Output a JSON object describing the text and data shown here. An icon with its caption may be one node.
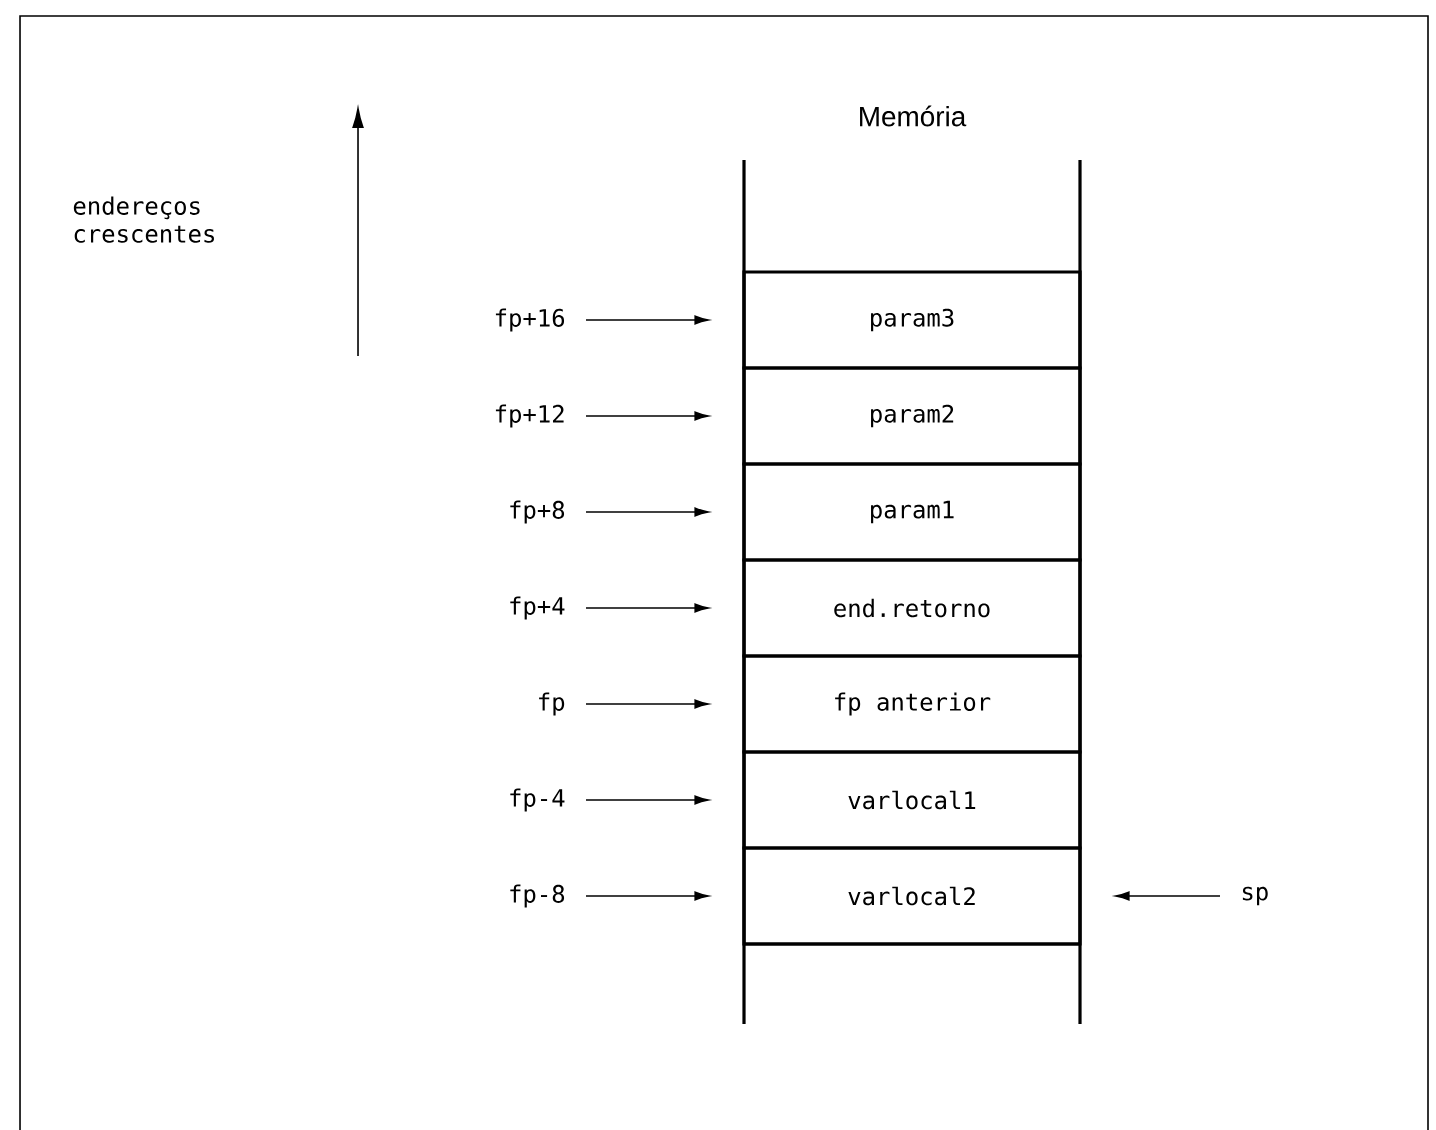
{
  "diagram": {
    "title": "Memória",
    "nodes": [
      {
        "text": [
          "param3"
        ]
      },
      {
        "text": [
          "param2"
        ]
      },
      {
        "text": [
          "param1"
        ]
      },
      {
        "text": [
          "end.retorno"
        ]
      },
      {
        "text": [
          "fp anterior"
        ]
      },
      {
        "text": [
          "varlocal1"
        ]
      },
      {
        "text": [
          "varlocal2"
        ]
      },
      {
        "text": [
          "fp+16"
        ]
      },
      {
        "text": [
          "fp+12"
        ]
      },
      {
        "text": [
          "fp+8"
        ]
      },
      {
        "text": [
          "fp+4"
        ]
      },
      {
        "text": [
          "fp"
        ]
      },
      {
        "text": [
          "fp-4"
        ]
      },
      {
        "text": [
          "fp-8"
        ]
      },
      {
        "text": [
          "sp"
        ]
      }
    ],
    "edges": [
      {
        "from": 7,
        "to": 0,
        "arrow": "to"
      },
      {
        "from": 8,
        "to": 1,
        "arrow": "to"
      },
      {
        "from": 9,
        "to": 2,
        "arrow": "to"
      },
      {
        "from": 10,
        "to": 3,
        "arrow": "to"
      },
      {
        "from": 11,
        "to": 4,
        "arrow": "to"
      },
      {
        "from": 12,
        "to": 5,
        "arrow": "to"
      },
      {
        "from": 13,
        "to": 6,
        "arrow": "to"
      },
      {
        "from": 14,
        "to": 6,
        "arrow": "to"
      }
    ],
    "labels": [
      "endereços crescentes"
    ]
  }
}
